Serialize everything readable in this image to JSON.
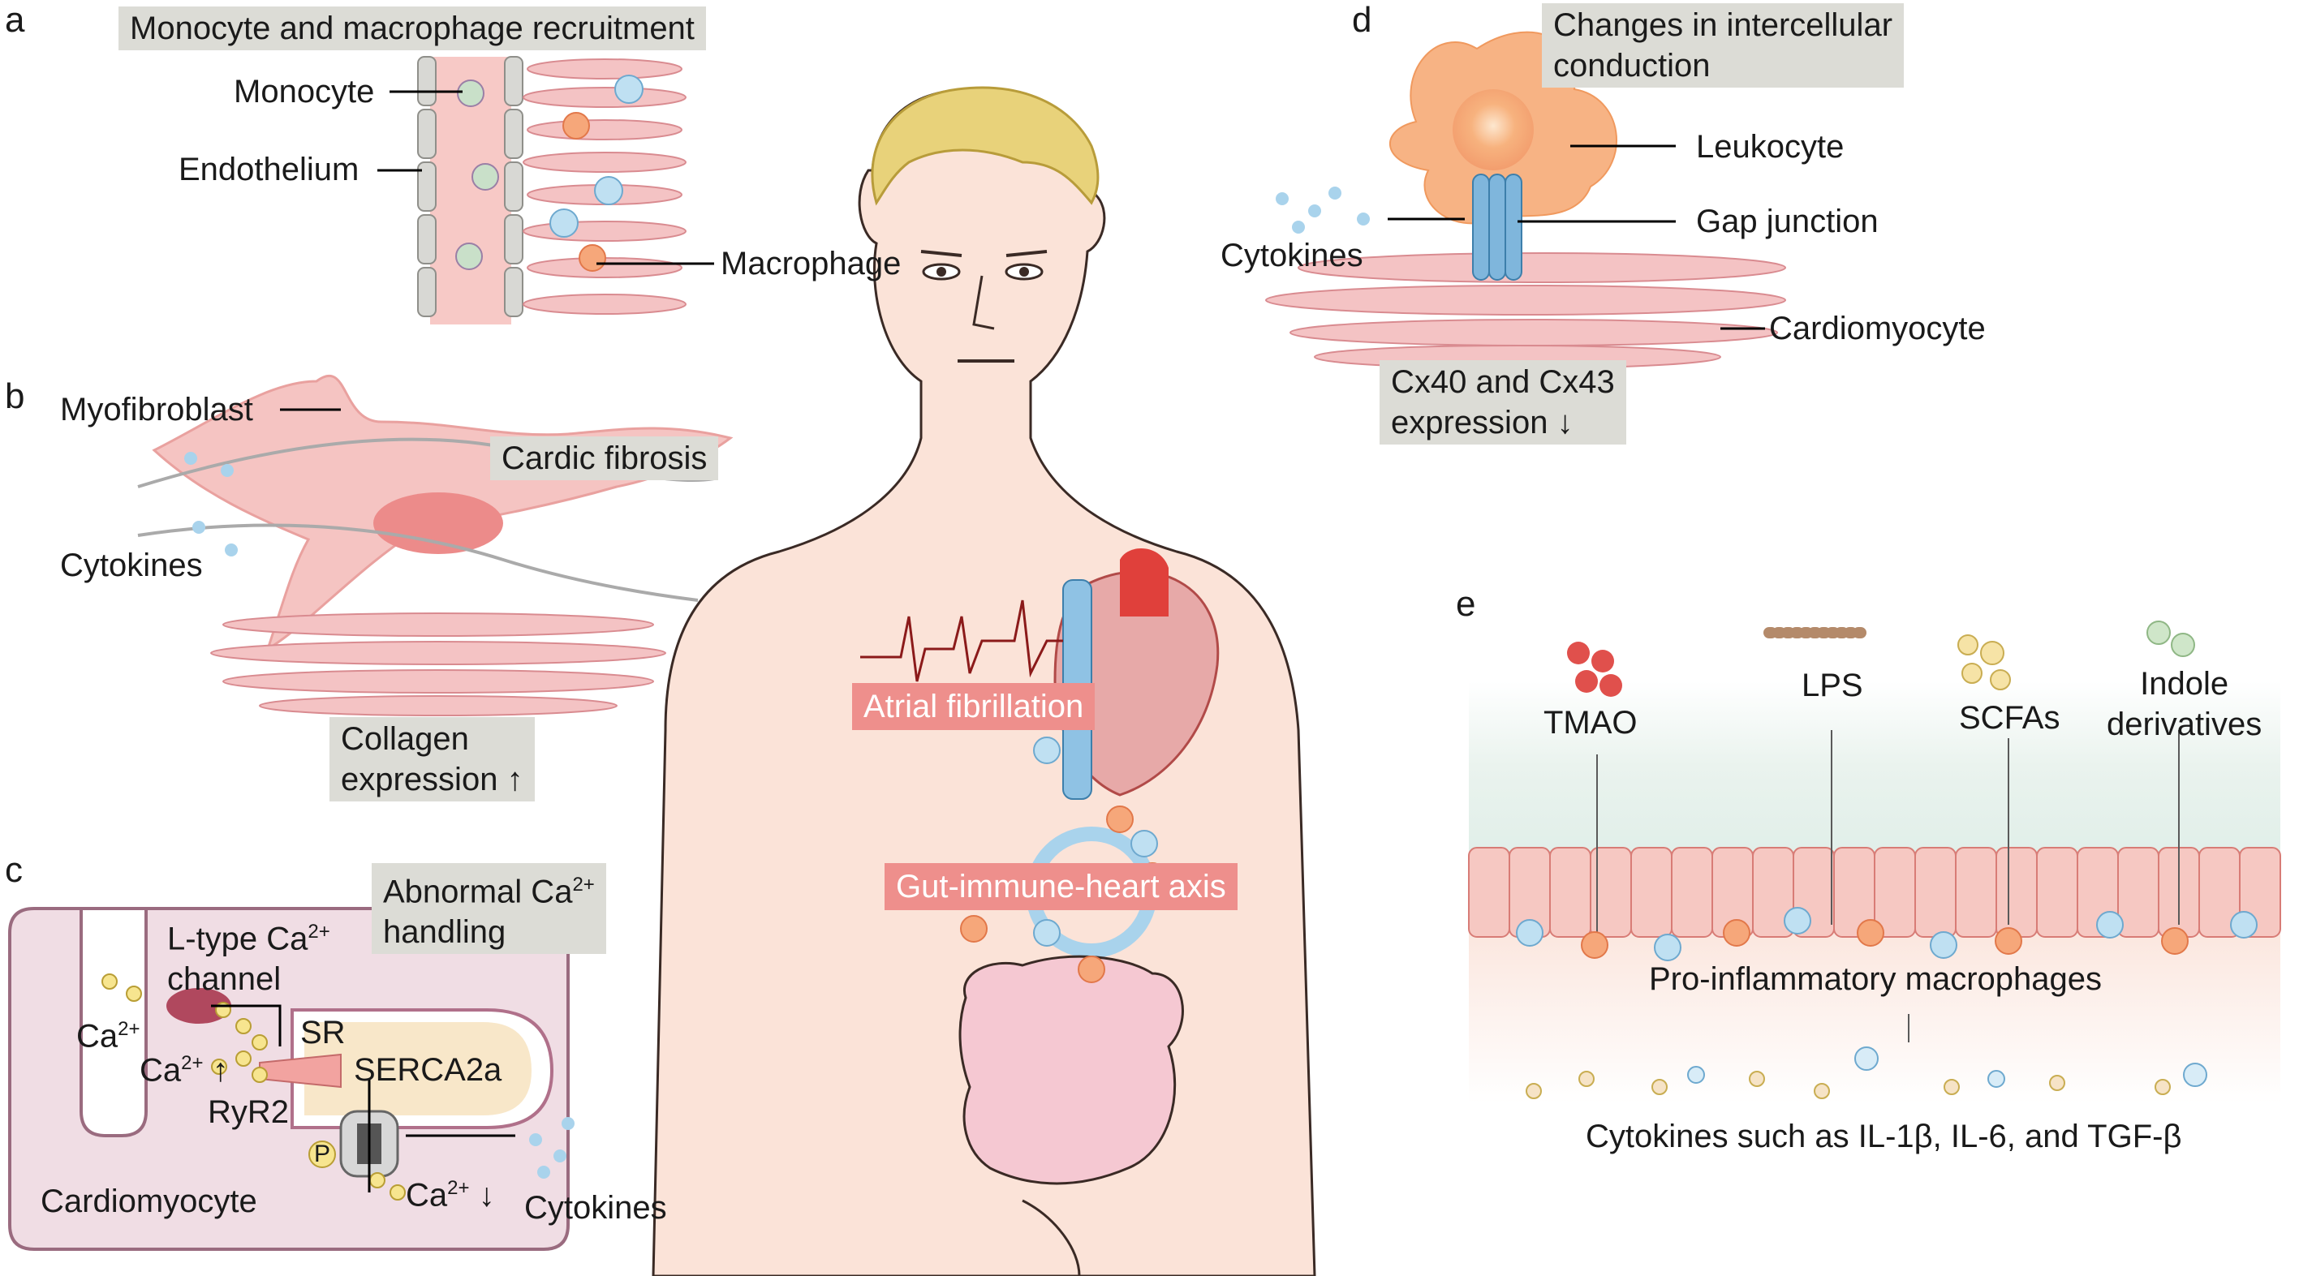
{
  "panels": {
    "a": "a",
    "b": "b",
    "c": "c",
    "d": "d",
    "e": "e"
  },
  "a": {
    "title": "Monocyte and macrophage recruitment",
    "monocyte": "Monocyte",
    "endothelium": "Endothelium",
    "macrophage": "Macrophage"
  },
  "b": {
    "myofibroblast": "Myofibroblast",
    "title": "Cardic fibrosis",
    "cytokines": "Cytokines",
    "collagen_line1": "Collagen",
    "collagen_line2": "expression ↑"
  },
  "c": {
    "title_line1": "Abnormal Ca",
    "title_sup": "2+",
    "title_line2": "handling",
    "ltype_line1": "L-type Ca",
    "ltype_sup": "2+",
    "ltype_line2": "channel",
    "ca_in": "Ca",
    "ca_in_sup": "2+",
    "ca_up": "Ca",
    "ca_up_sup": "2+",
    "ca_up_arrow": "↑",
    "sr": "SR",
    "serca": "SERCA2a",
    "ryr2": "RyR2",
    "p": "P",
    "ca_down": "Ca",
    "ca_down_sup": "2+",
    "ca_down_arrow": "↓",
    "cardiomyocyte": "Cardiomyocyte",
    "cytokines": "Cytokines"
  },
  "d": {
    "title_line1": "Changes in intercellular",
    "title_line2": "conduction",
    "leukocyte": "Leukocyte",
    "gap_junction": "Gap junction",
    "cytokines": "Cytokines",
    "cardiomyocyte": "Cardiomyocyte",
    "cx_line1": "Cx40 and Cx43",
    "cx_line2": "expression ↓"
  },
  "center": {
    "af": "Atrial fibrillation",
    "axis": "Gut-immune-heart axis"
  },
  "e": {
    "tmao": "TMAO",
    "lps": "LPS",
    "scfas": "SCFAs",
    "indole_line1": "Indole",
    "indole_line2": "derivatives",
    "macrophages": "Pro-inflammatory macrophages",
    "cytokines": "Cytokines such as IL-1β, IL-6, and TGF-β"
  },
  "colors": {
    "skin": "#fbe3d8",
    "skin_outline": "#3a2a25",
    "hair": "#e8d27a",
    "pink_cell": "#f4bfbd",
    "pink_box": "#ee8f8c",
    "gray_box": "#dcdcd6",
    "blue_cell": "#9ccbe6",
    "orange_cell": "#f29a6b"
  }
}
